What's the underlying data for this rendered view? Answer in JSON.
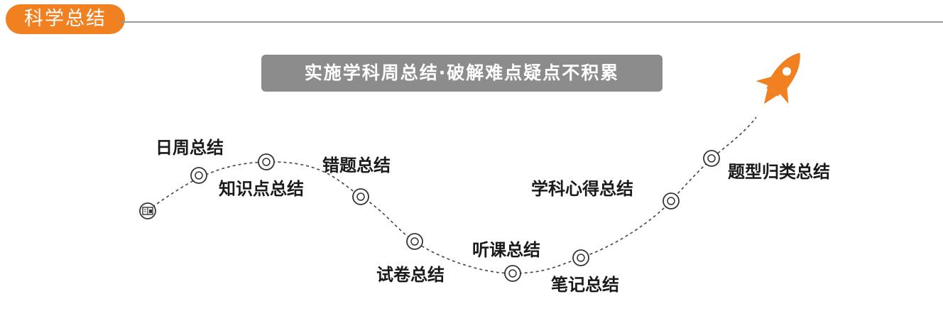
{
  "header": {
    "title": "科学总结"
  },
  "banner": {
    "text": "实施学科周总结·破解难点疑点不积累"
  },
  "steps": [
    "日周总结",
    "知识点总结",
    "错题总结",
    "试卷总结",
    "听课总结",
    "笔记总结",
    "学科心得总结",
    "题型归类总结"
  ],
  "colors": {
    "accent": "#f08020",
    "banner": "#8c8c8c",
    "rule": "#9a9a9a"
  },
  "icons": {
    "start": "book-icon",
    "end": "rocket-icon"
  }
}
